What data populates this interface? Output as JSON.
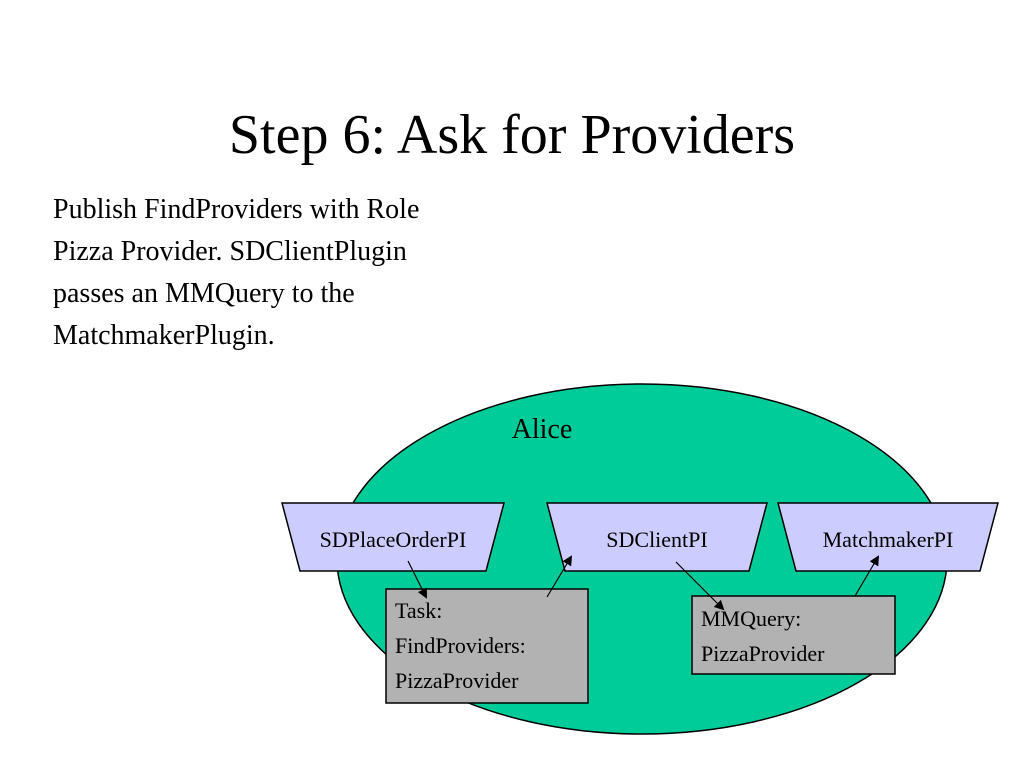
{
  "slide": {
    "title": "Step 6: Ask for Providers",
    "body_lines": [
      "Publish FindProviders with Role",
      "Pizza Provider. SDClientPlugin",
      "passes an MMQuery to the",
      "MatchmakerPlugin."
    ]
  },
  "diagram": {
    "container_label": "Alice",
    "plugins": [
      {
        "label": "SDPlaceOrderPI"
      },
      {
        "label": "SDClientPI"
      },
      {
        "label": "MatchmakerPI"
      }
    ],
    "task_box": {
      "lines": [
        "Task:",
        "FindProviders:",
        "PizzaProvider"
      ]
    },
    "query_box": {
      "lines": [
        "MMQuery:",
        "PizzaProvider"
      ]
    },
    "colors": {
      "agent_fill": "#00cc99",
      "plugin_fill": "#ccccff",
      "box_fill": "#b2b2b2",
      "stroke": "#000000"
    }
  }
}
